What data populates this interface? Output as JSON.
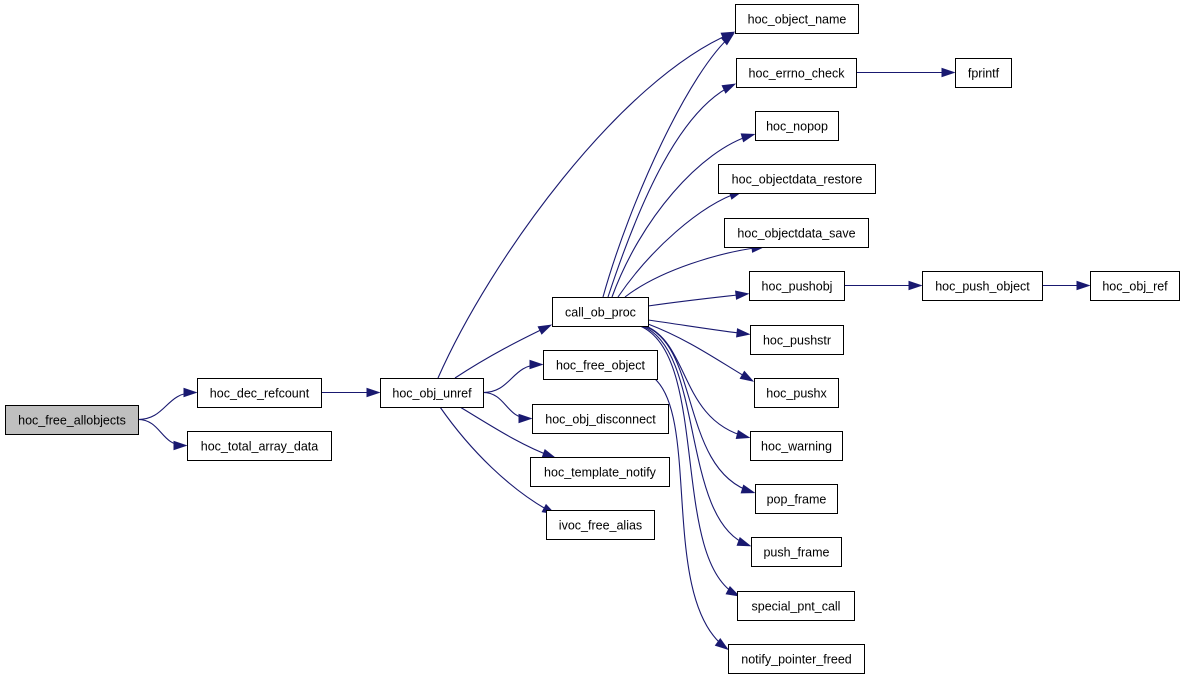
{
  "colors": {
    "edge": "#191970",
    "node_fill": "#ffffff",
    "root_fill": "#bfbfbf",
    "border": "#000000"
  },
  "nodes": {
    "hoc_free_allobjects": "hoc_free_allobjects",
    "hoc_dec_refcount": "hoc_dec_refcount",
    "hoc_total_array_data": "hoc_total_array_data",
    "hoc_obj_unref": "hoc_obj_unref",
    "call_ob_proc": "call_ob_proc",
    "hoc_free_object": "hoc_free_object",
    "hoc_obj_disconnect": "hoc_obj_disconnect",
    "hoc_template_notify": "hoc_template_notify",
    "ivoc_free_alias": "ivoc_free_alias",
    "hoc_object_name": "hoc_object_name",
    "hoc_errno_check": "hoc_errno_check",
    "fprintf": "fprintf",
    "hoc_nopop": "hoc_nopop",
    "hoc_objectdata_restore": "hoc_objectdata_restore",
    "hoc_objectdata_save": "hoc_objectdata_save",
    "hoc_pushobj": "hoc_pushobj",
    "hoc_push_object": "hoc_push_object",
    "hoc_obj_ref": "hoc_obj_ref",
    "hoc_pushstr": "hoc_pushstr",
    "hoc_pushx": "hoc_pushx",
    "hoc_warning": "hoc_warning",
    "pop_frame": "pop_frame",
    "push_frame": "push_frame",
    "special_pnt_call": "special_pnt_call",
    "notify_pointer_freed": "notify_pointer_freed"
  },
  "root_node": "hoc_free_allobjects",
  "edges": [
    [
      "hoc_free_allobjects",
      "hoc_dec_refcount"
    ],
    [
      "hoc_free_allobjects",
      "hoc_total_array_data"
    ],
    [
      "hoc_dec_refcount",
      "hoc_obj_unref"
    ],
    [
      "hoc_obj_unref",
      "call_ob_proc"
    ],
    [
      "hoc_obj_unref",
      "hoc_free_object"
    ],
    [
      "hoc_obj_unref",
      "hoc_obj_disconnect"
    ],
    [
      "hoc_obj_unref",
      "hoc_template_notify"
    ],
    [
      "hoc_obj_unref",
      "ivoc_free_alias"
    ],
    [
      "hoc_obj_unref",
      "hoc_object_name"
    ],
    [
      "call_ob_proc",
      "hoc_object_name"
    ],
    [
      "call_ob_proc",
      "hoc_errno_check"
    ],
    [
      "call_ob_proc",
      "hoc_nopop"
    ],
    [
      "call_ob_proc",
      "hoc_objectdata_restore"
    ],
    [
      "call_ob_proc",
      "hoc_objectdata_save"
    ],
    [
      "call_ob_proc",
      "hoc_pushobj"
    ],
    [
      "call_ob_proc",
      "hoc_pushstr"
    ],
    [
      "call_ob_proc",
      "hoc_pushx"
    ],
    [
      "call_ob_proc",
      "hoc_warning"
    ],
    [
      "call_ob_proc",
      "pop_frame"
    ],
    [
      "call_ob_proc",
      "push_frame"
    ],
    [
      "call_ob_proc",
      "special_pnt_call"
    ],
    [
      "hoc_free_object",
      "notify_pointer_freed"
    ],
    [
      "hoc_errno_check",
      "fprintf"
    ],
    [
      "hoc_pushobj",
      "hoc_push_object"
    ],
    [
      "hoc_push_object",
      "hoc_obj_ref"
    ]
  ]
}
